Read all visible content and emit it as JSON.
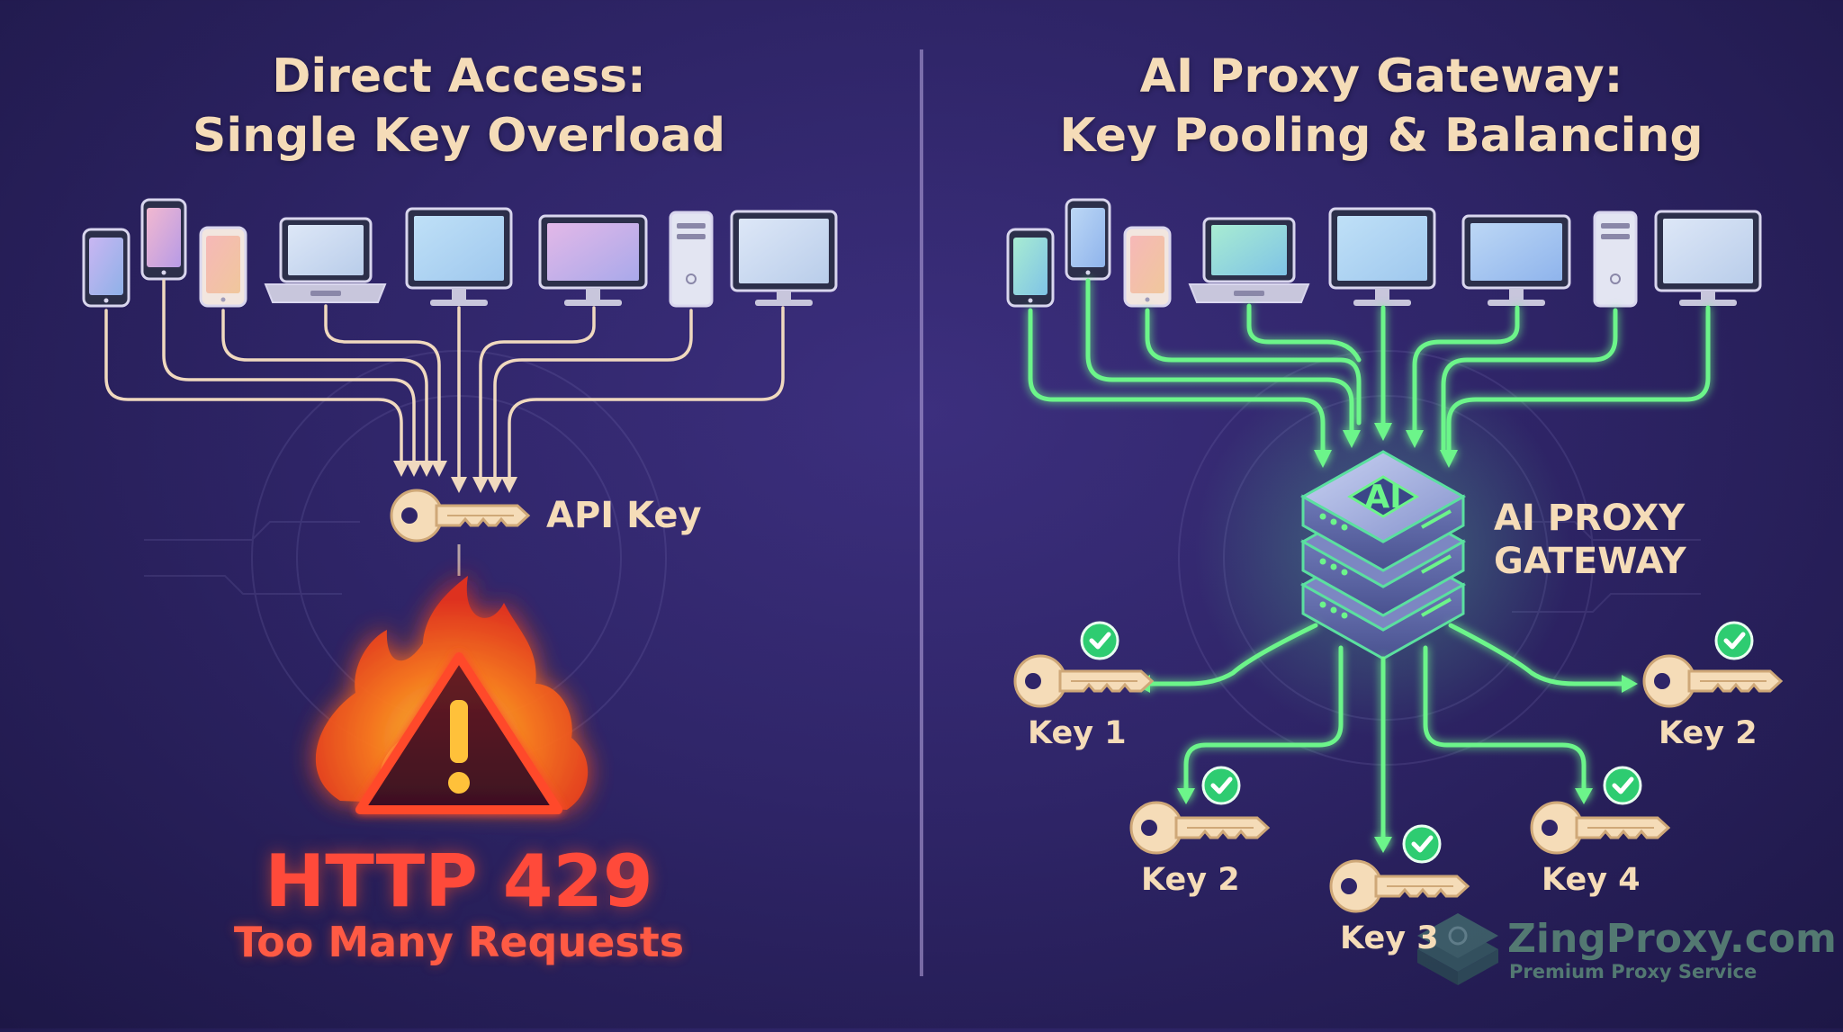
{
  "left_panel": {
    "title_line1": "Direct Access:",
    "title_line2": "Single Key Overload",
    "key_label": "API Key",
    "error_code": "HTTP 429",
    "error_message": "Too Many Requests",
    "devices": [
      "phone",
      "phone",
      "phone",
      "laptop",
      "monitor",
      "monitor",
      "tower",
      "monitor"
    ]
  },
  "right_panel": {
    "title_line1": "AI Proxy Gateway:",
    "title_line2": "Key Pooling & Balancing",
    "gateway_badge": "AI",
    "gateway_label_line1": "AI PROXY",
    "gateway_label_line2": "GATEWAY",
    "keys": [
      {
        "label": "Key 1",
        "status": "ok"
      },
      {
        "label": "Key 2",
        "status": "ok"
      },
      {
        "label": "Key 2",
        "status": "ok"
      },
      {
        "label": "Key 3",
        "status": "ok"
      },
      {
        "label": "Key 4",
        "status": "ok"
      }
    ],
    "devices": [
      "phone",
      "phone",
      "phone",
      "laptop",
      "monitor",
      "monitor",
      "tower",
      "monitor"
    ]
  },
  "watermark": {
    "name": "ZingProxy.com",
    "tagline": "Premium Proxy Service"
  },
  "colors": {
    "background": "#2f2568",
    "title": "#f5dcb8",
    "key": "#f5dcb8",
    "left_line": "#f0d9bf",
    "right_line": "#6cf58a",
    "error": "#ff4a3a",
    "check": "#2ecc71",
    "gateway": "#8e9bd6"
  }
}
